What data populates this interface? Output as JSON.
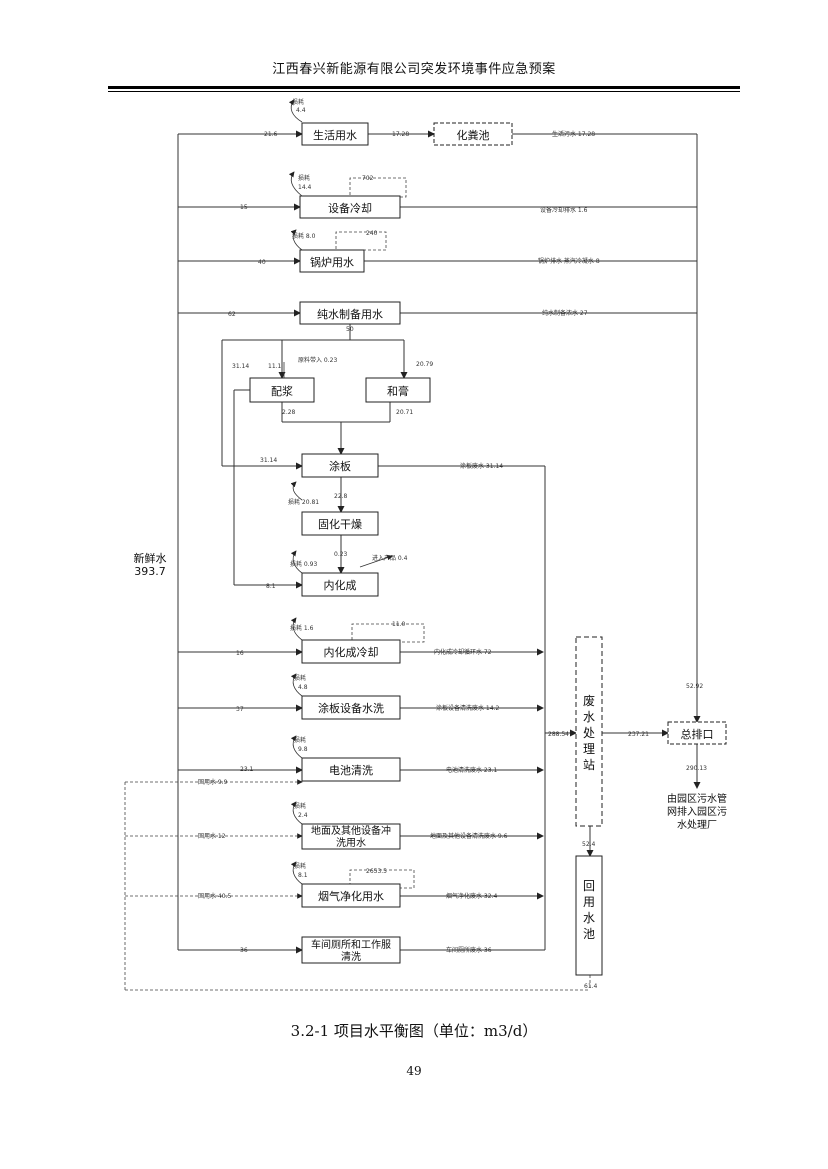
{
  "header": {
    "title": "江西春兴新能源有限公司突发环境事件应急预案"
  },
  "caption": "3.2-1  项目水平衡图（单位：m3/d）",
  "page_number": "49",
  "diagram": {
    "source": {
      "label": "新鲜水",
      "value": "393.7"
    },
    "boxes": {
      "shenghuo": "生活用水",
      "huafenchi": "化粪池",
      "shebei": "设备冷却",
      "guolu": "锅炉用水",
      "chunshui": "纯水制备用水",
      "peiliao": "配浆",
      "hejiang": "和膏",
      "tuban": "涂板",
      "guhua": "固化干燥",
      "neihua": "内化成",
      "neihua_lq": "内化成冷却",
      "tuban_sb": "涂板设备水洗",
      "dianchi": "电池清洗",
      "dimian1": "地面及其他设备冲",
      "dimian2": "洗用水",
      "yanqi": "烟气净化用水",
      "chejian1": "车间厕所和工作服",
      "chejian2": "清洗",
      "feishui": "废水处理站",
      "huiyong": "回用水池",
      "zongpai": "总排口"
    },
    "labels": {
      "a_21_6": "21.6",
      "a_loss_shenghuo1": "损耗",
      "a_loss_shenghuo2": "4.4",
      "a_17_28": "17.28",
      "a_shl_ws": "生活污水 17.28",
      "a_loss_sb1": "损耗",
      "a_loss_sb2": "14.4",
      "a_702": "702",
      "a_15": "15",
      "a_sb_ws": "设备冷却排水 1.6",
      "a_loss_gl": "损耗 8.0",
      "a_240": "240",
      "a_40": "40",
      "a_gl_ws": "锅炉排水 蒸汽冷凝水 8",
      "a_62": "62",
      "a_cs_ws": "纯水制备浓水 27",
      "a_50": "50",
      "a_31_14": "31.14",
      "a_11_1": "11.1",
      "a_ylk": "原料带入 0.23",
      "a_20_79": "20.79",
      "a_2_28": "2.28",
      "a_20_71": "20.71",
      "a_31_14b": "31.14",
      "a_tb_ws": "涂板废水 31.14",
      "a_loss_gh": "损耗 20.81",
      "a_22_8": "22.8",
      "a_loss_nh": "损耗 0.93",
      "a_0_23": "0.23",
      "a_cprk": "进入产品 0.4",
      "a_8_1": "8.1",
      "a_loss_nhlq": "损耗 1.6",
      "a_11_0": "11.0",
      "a_16": "16",
      "a_nhlq_ws": "内化成冷却循环水 72",
      "a_loss_tbsb1": "损耗",
      "a_loss_tbsb2": "4.8",
      "a_37": "37",
      "a_tbsb_ws": "涂板设备清洗废水 14.2",
      "a_loss_dc1": "损耗",
      "a_loss_dc2": "9.8",
      "a_23_1": "23.1",
      "a_hy9": "回用水 9.9",
      "a_dc_ws": "电池清洗废水 23.1",
      "a_loss_dm1": "损耗",
      "a_loss_dm2": "2.4",
      "a_hy12": "回用水 12",
      "a_dm_ws": "地面及其他设备清洗废水 9.6",
      "a_loss_yq1": "损耗",
      "a_loss_yq2": "8.1",
      "a_2653": "2653.5",
      "a_hy40": "回用水 40.5",
      "a_yq_ws": "烟气净化废水 32.4",
      "a_36": "36",
      "a_cj_ws": "车间厕所废水 36",
      "a_288": "288.54",
      "a_237": "237.21",
      "a_52_92": "52.92",
      "a_52_4": "52.4",
      "a_61_4": "61.4",
      "a_290": "290.13",
      "out_1": "由园区污水管",
      "out_2": "网排入园区污",
      "out_3": "水处理厂"
    }
  }
}
